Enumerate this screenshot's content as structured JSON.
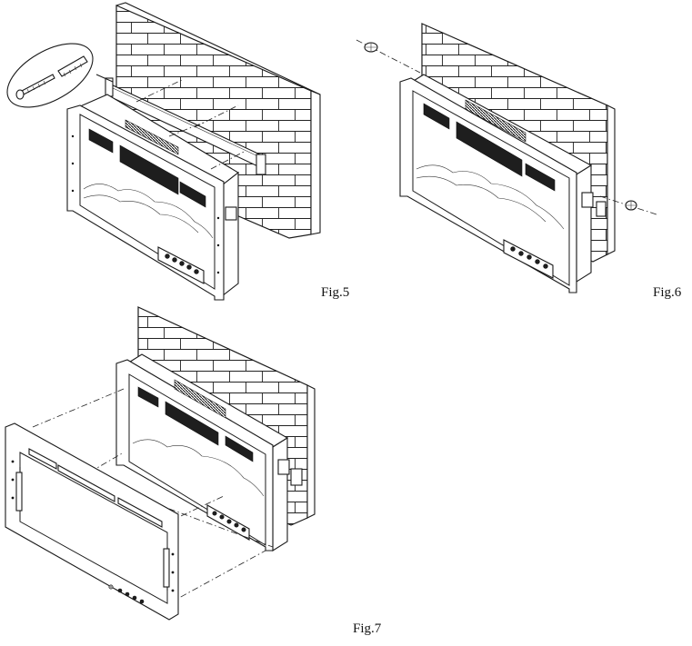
{
  "figures": [
    {
      "id": "fig5",
      "label": "Fig.5"
    },
    {
      "id": "fig6",
      "label": "Fig.6"
    },
    {
      "id": "fig7",
      "label": "Fig.7"
    }
  ]
}
